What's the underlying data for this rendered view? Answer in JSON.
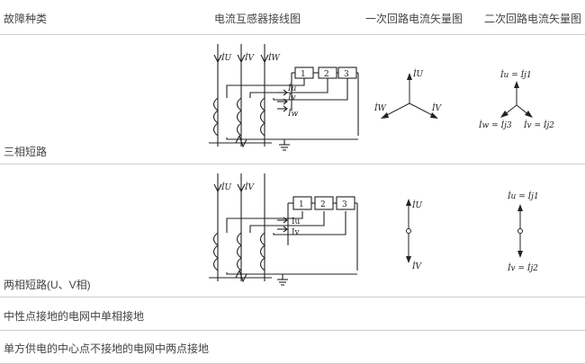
{
  "table": {
    "headers": {
      "fault_type": "故障种类",
      "wiring": "电流互感器接线图",
      "primary": "一次回路电流矢量图",
      "secondary": "二次回路电流矢量图"
    },
    "rows": [
      {
        "fault": "三相短路",
        "wiring": {
          "top_labels": [
            "İU",
            "İV",
            "İW"
          ],
          "relays": [
            "1",
            "2",
            "3"
          ],
          "secondary_labels": [
            "İu",
            "İv",
            "İw"
          ]
        },
        "primary": {
          "labels": [
            "İU",
            "İW",
            "İV"
          ]
        },
        "secondary": {
          "labels": [
            "İu = İj1",
            "İw = İj3",
            "İv = İj2"
          ]
        }
      },
      {
        "fault": "两相短路(U、V相)",
        "wiring": {
          "top_labels": [
            "İU",
            "İV"
          ],
          "relays": [
            "1",
            "2",
            "3"
          ],
          "secondary_labels": [
            "Iu",
            "Iv"
          ]
        },
        "primary": {
          "labels": [
            "İU",
            "İV"
          ]
        },
        "secondary": {
          "labels": [
            "İu = İj1",
            "İv = İj2"
          ]
        }
      },
      {
        "fault": "中性点接地的电网中单相接地"
      },
      {
        "fault": "单方供电的中心点不接地的电网中两点接地"
      }
    ]
  }
}
